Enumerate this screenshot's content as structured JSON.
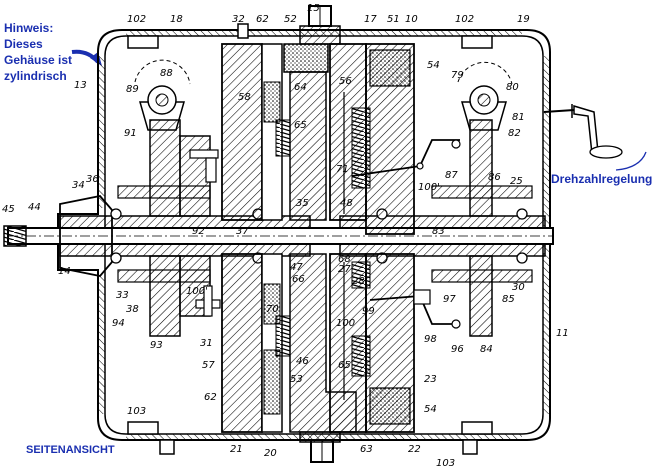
{
  "annotations": {
    "note_lines": [
      "Hinweis:",
      "Dieses",
      "Gehäuse ist",
      "zylindrisch"
    ],
    "speed_control": "Drehzahlregelung",
    "side_view": "SEITENANSICHT",
    "accent_color": "#1a2fb0"
  },
  "reference_numerals": [
    "102",
    "18",
    "32",
    "62",
    "15",
    "52",
    "17",
    "51",
    "10",
    "102",
    "19",
    "13",
    "88",
    "89",
    "58",
    "64",
    "56",
    "54",
    "79",
    "80",
    "81",
    "82",
    "91",
    "65",
    "71",
    "87",
    "100'",
    "86",
    "25",
    "34",
    "36",
    "45",
    "44",
    "35",
    "48",
    "92",
    "37",
    "83",
    "14",
    "47",
    "66",
    "68",
    "27",
    "28",
    "30",
    "33",
    "38",
    "100'",
    "99",
    "97",
    "85",
    "94",
    "93",
    "70",
    "100",
    "98",
    "96",
    "84",
    "31",
    "46",
    "65",
    "11",
    "57",
    "53",
    "23",
    "62",
    "103",
    "54",
    "21",
    "20",
    "63",
    "22",
    "103"
  ]
}
